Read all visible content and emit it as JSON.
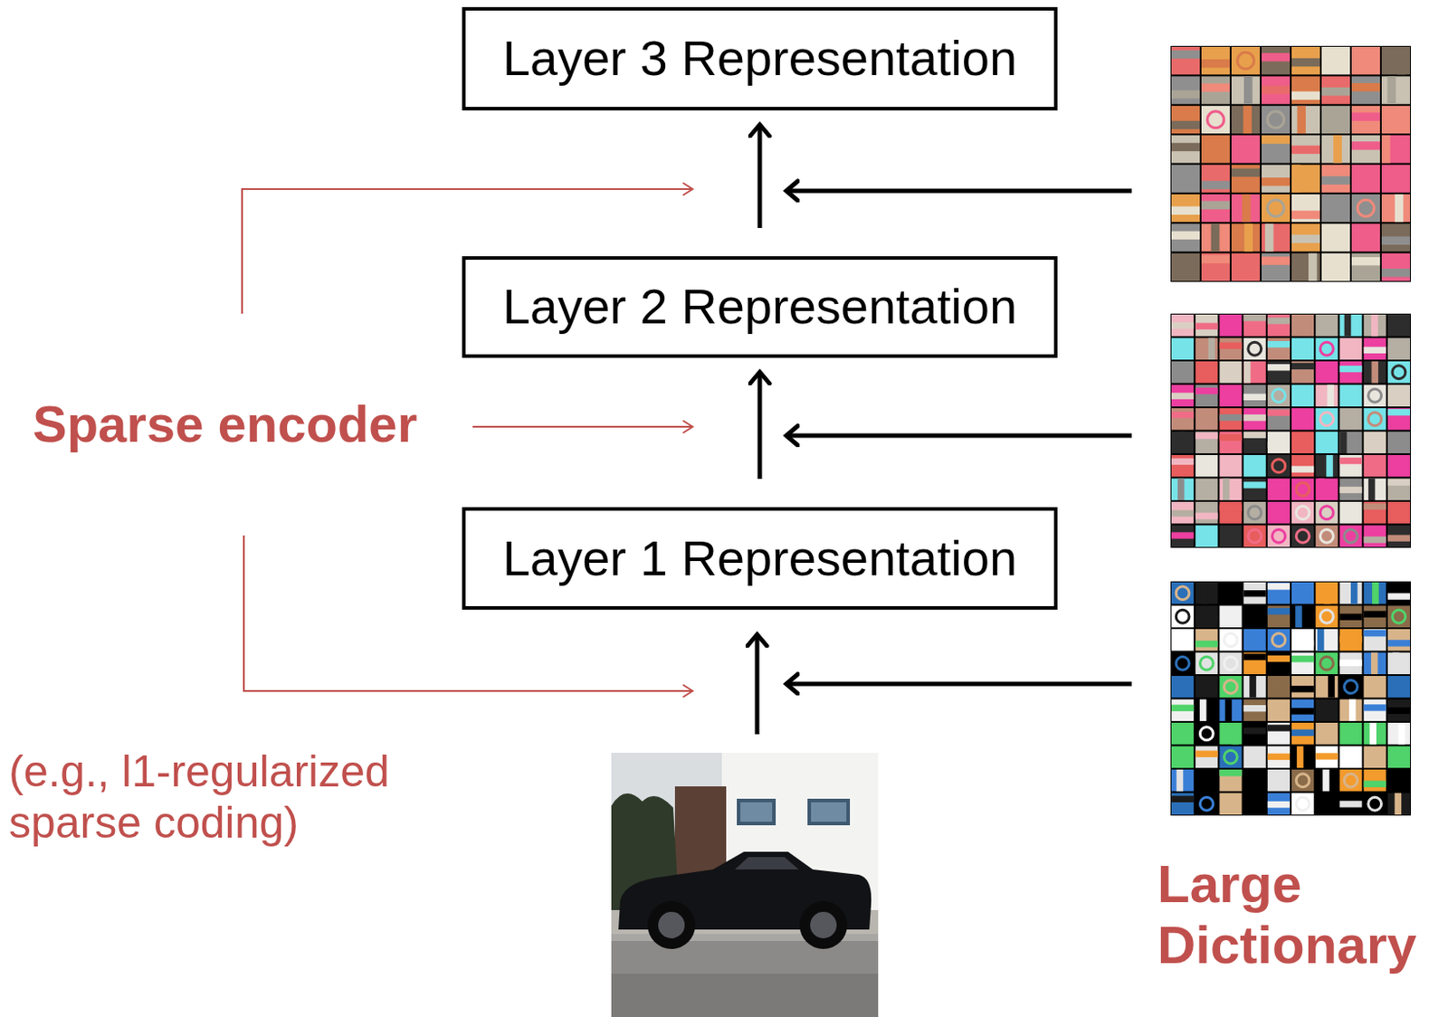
{
  "diagram": {
    "nodes": [
      {
        "text": [
          "Layer 3 Representation"
        ]
      },
      {
        "text": [
          "Layer 2 Representation"
        ]
      },
      {
        "text": [
          "Layer 1 Representation"
        ]
      }
    ],
    "edges": [
      {
        "from": 2,
        "to": 1,
        "arrow": "to"
      },
      {
        "from": 1,
        "to": 0,
        "arrow": "to"
      }
    ],
    "labels": [
      "Sparse encoder",
      "(e.g., l1-regularized sparse coding)",
      "Large Dictionary"
    ]
  }
}
